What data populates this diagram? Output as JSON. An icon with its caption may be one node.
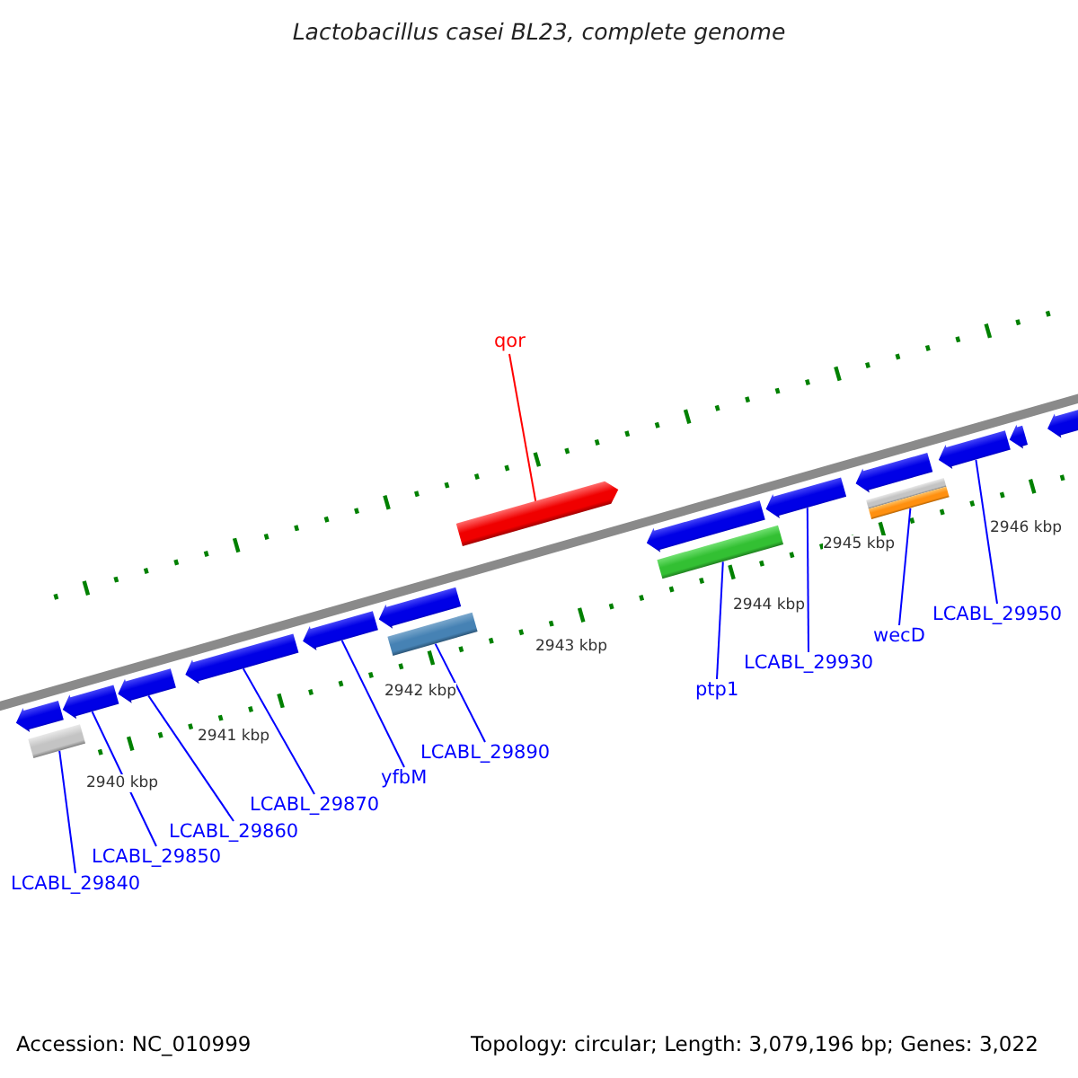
{
  "diagram": {
    "title": "Lactobacillus casei BL23, complete genome",
    "nodes": [
      {
        "text": [
          "qor"
        ]
      },
      {
        "text": [],
        "shape": "pentagon"
      },
      {
        "text": [],
        "shape": "pentagon"
      },
      {
        "text": [],
        "shape": "pentagon"
      },
      {
        "text": [],
        "shape": "pentagon"
      },
      {
        "text": [],
        "shape": "pentagon"
      },
      {
        "text": [],
        "shape": "pentagon"
      },
      {
        "text": [],
        "shape": "pentagon"
      },
      {
        "text": [],
        "shape": "pentagon"
      },
      {
        "text": [],
        "shape": "pentagon"
      },
      {
        "text": [],
        "shape": "pentagon"
      },
      {
        "text": [],
        "shape": "pentagon"
      },
      {
        "text": [],
        "shape": "pentagon"
      },
      {
        "text": [],
        "shape": "pentagon"
      },
      {
        "text": [],
        "shape": "bar"
      },
      {
        "text": [],
        "shape": "bar"
      },
      {
        "text": [],
        "shape": "bar"
      },
      {
        "text": [],
        "shape": "bar"
      },
      {
        "text": [],
        "shape": "bar"
      },
      {
        "text": [
          "LCABL_29840"
        ]
      },
      {
        "text": [
          "LCABL_29850"
        ]
      },
      {
        "text": [
          "LCABL_29860"
        ]
      },
      {
        "text": [
          "LCABL_29870"
        ]
      },
      {
        "text": [
          "yfbM"
        ]
      },
      {
        "text": [
          "LCABL_29890"
        ]
      },
      {
        "text": [
          "ptp1"
        ]
      },
      {
        "text": [
          "LCABL_29930"
        ]
      },
      {
        "text": [
          "wecD"
        ]
      },
      {
        "text": [
          "LCABL_29950"
        ]
      }
    ],
    "edges": [
      {
        "from": 0,
        "to": 1,
        "arrow": "none",
        "color": "#ff0000"
      },
      {
        "from": 19,
        "to": 14,
        "arrow": "none"
      },
      {
        "from": 20,
        "to": 3,
        "arrow": "none"
      },
      {
        "from": 21,
        "to": 4,
        "arrow": "none"
      },
      {
        "from": 22,
        "to": 5,
        "arrow": "none"
      },
      {
        "from": 23,
        "to": 6,
        "arrow": "none"
      },
      {
        "from": 24,
        "to": 15,
        "arrow": "none"
      },
      {
        "from": 25,
        "to": 16,
        "arrow": "none"
      },
      {
        "from": 26,
        "to": 9,
        "arrow": "none"
      },
      {
        "from": 27,
        "to": 18,
        "arrow": "none"
      },
      {
        "from": 28,
        "to": 11,
        "arrow": "none"
      }
    ],
    "labels": [
      "2940 kbp",
      "2941 kbp",
      "2942 kbp",
      "2943 kbp",
      "2944 kbp",
      "2945 kbp",
      "2946 kbp",
      "Accession: NC_010999",
      "Topology: circular; Length: 3,079,196 bp; Genes: 3,022"
    ]
  }
}
